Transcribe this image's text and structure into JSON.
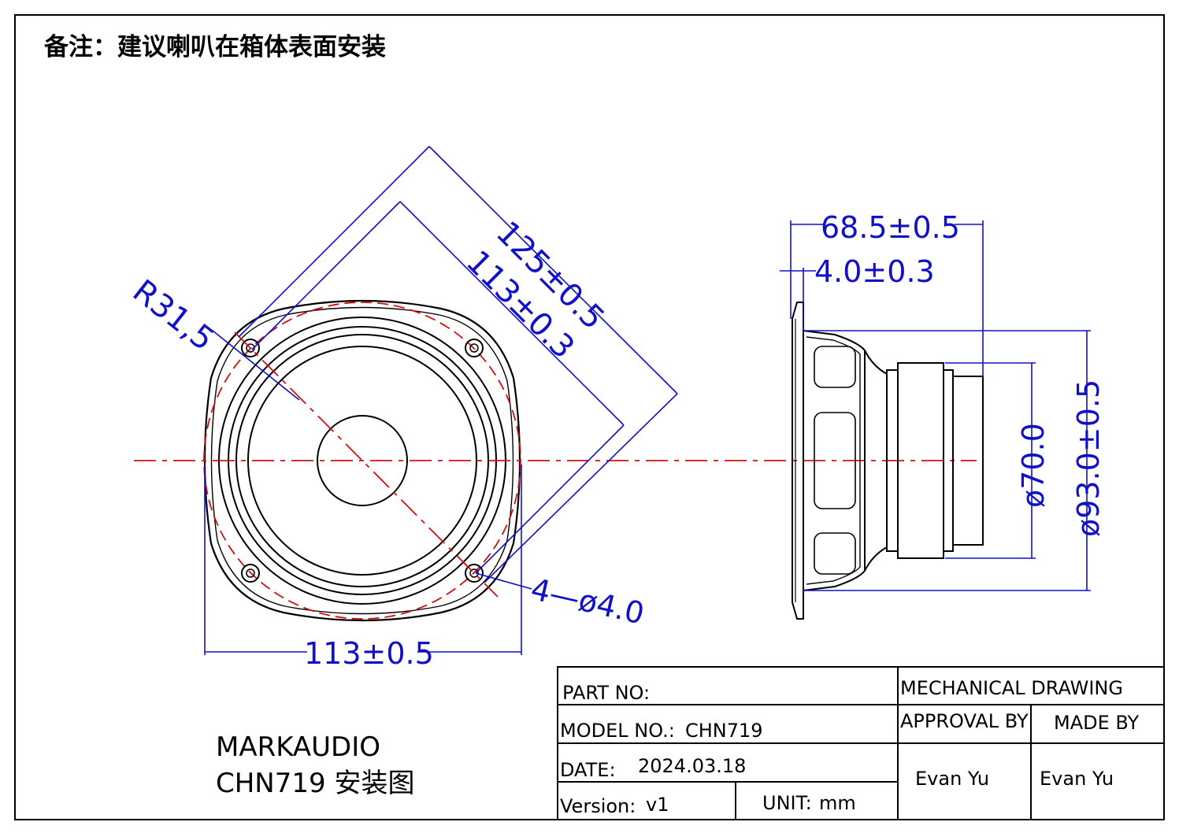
{
  "note": "备注：建议喇叭在箱体表面安装",
  "brand": "MARKAUDIO",
  "drawing_title": "CHN719 安装图",
  "dimensions": {
    "diag_outer": "125±0.5",
    "diag_inner": "113±0.3",
    "radius": "R31,5",
    "holes": "4—ø4.0",
    "width": "113±0.5",
    "depth": "68.5±0.5",
    "flange": "4.0±0.3",
    "magnet_dia": "ø70.0",
    "frame_dia": "ø93.0±0.5"
  },
  "title_block": {
    "part_no_label": "PART NO:",
    "part_no_value": "",
    "mechanical_drawing": "MECHANICAL DRAWING",
    "model_label": "MODEL NO.:",
    "model_value": "CHN719",
    "approval_label": "APPROVAL BY",
    "made_label": "MADE BY",
    "date_label": "DATE:",
    "date_value": "2024.03.18",
    "approval_value": "Evan Yu",
    "made_value": "Evan Yu",
    "version_label": "Version:",
    "version_value": "v1",
    "unit_label": "UNIT:",
    "unit_value": "mm"
  },
  "colors": {
    "dimension": "#1010c8",
    "centerline": "#d01010",
    "outline": "#000000"
  }
}
